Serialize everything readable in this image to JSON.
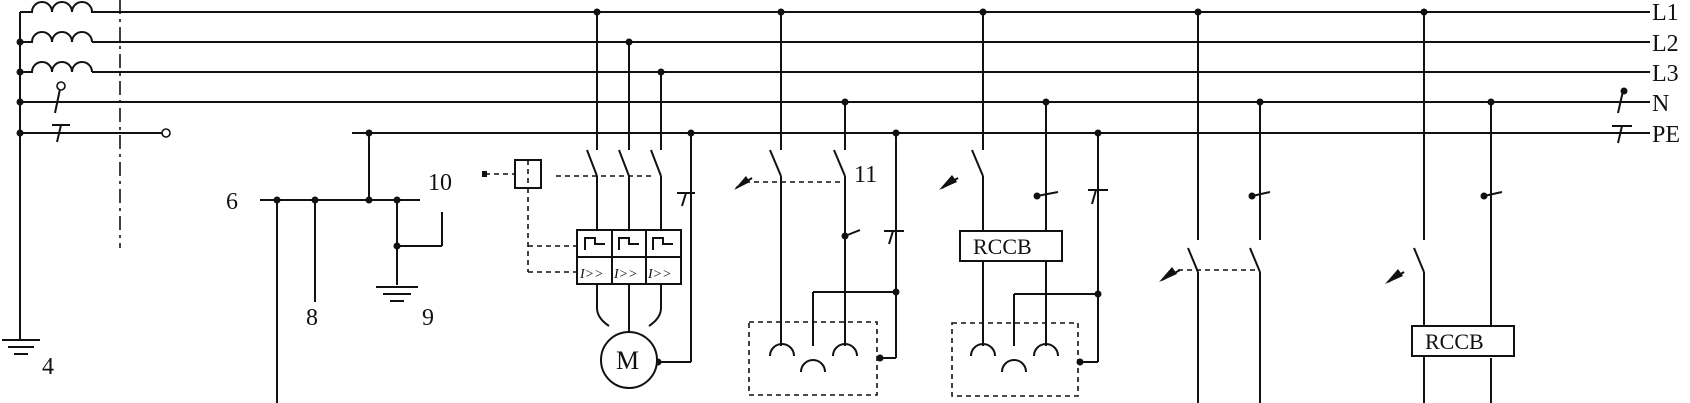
{
  "diagram": {
    "buses": {
      "l1": "L1",
      "l2": "L2",
      "l3": "L3",
      "n": "N",
      "pe": "PE"
    },
    "numbers": {
      "n4": "4",
      "n6": "6",
      "n8": "8",
      "n9": "9",
      "n10": "10",
      "n11": "11"
    },
    "devices": {
      "motor": "M",
      "rccb_1": "RCCB",
      "rccb_2": "RCCB",
      "overcurrent_release": "I>>"
    },
    "colors": {
      "line": "#111111",
      "background": "#ffffff"
    }
  }
}
